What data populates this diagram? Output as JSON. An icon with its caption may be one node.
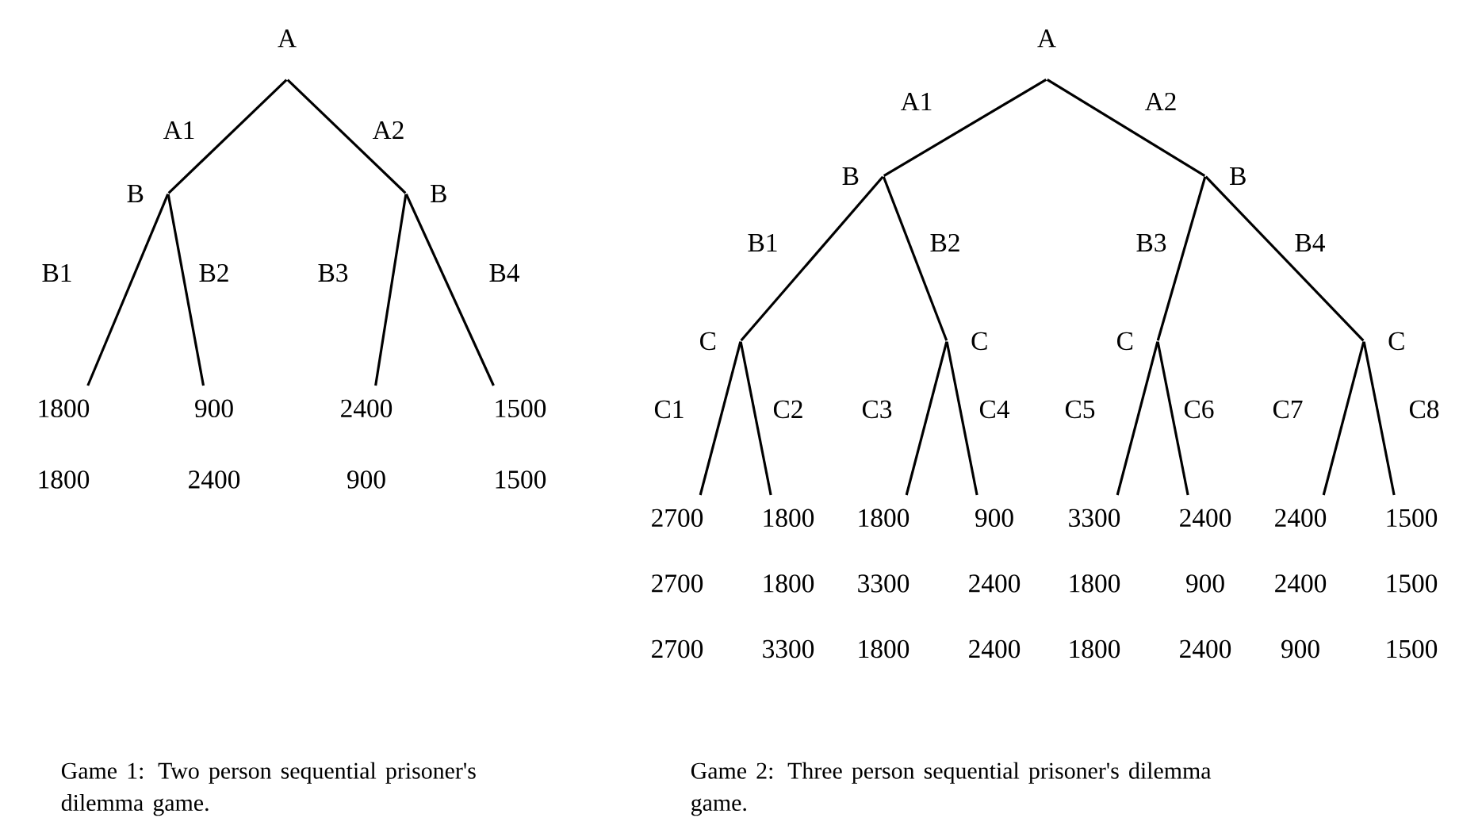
{
  "diagram": {
    "nodes": [
      {
        "text": [
          "A"
        ]
      },
      {
        "text": [
          "B"
        ]
      },
      {
        "text": [
          "B"
        ]
      },
      {
        "text": [
          "1800",
          "1800"
        ]
      },
      {
        "text": [
          "900",
          "2400"
        ]
      },
      {
        "text": [
          "2400",
          "900"
        ]
      },
      {
        "text": [
          "1500",
          "1500"
        ]
      },
      {
        "text": [
          "A"
        ]
      },
      {
        "text": [
          "B"
        ]
      },
      {
        "text": [
          "B"
        ]
      },
      {
        "text": [
          "C"
        ]
      },
      {
        "text": [
          "C"
        ]
      },
      {
        "text": [
          "C"
        ]
      },
      {
        "text": [
          "C"
        ]
      },
      {
        "text": [
          "2700",
          "2700",
          "2700"
        ]
      },
      {
        "text": [
          "1800",
          "1800",
          "3300"
        ]
      },
      {
        "text": [
          "1800",
          "3300",
          "1800"
        ]
      },
      {
        "text": [
          "900",
          "2400",
          "2400"
        ]
      },
      {
        "text": [
          "3300",
          "1800",
          "1800"
        ]
      },
      {
        "text": [
          "2400",
          "900",
          "2400"
        ]
      },
      {
        "text": [
          "2400",
          "2400",
          "900"
        ]
      },
      {
        "text": [
          "1500",
          "1500",
          "1500"
        ]
      }
    ],
    "edges": [
      {
        "from": 0,
        "to": 1,
        "arrow": "none",
        "label": "A1"
      },
      {
        "from": 0,
        "to": 2,
        "arrow": "none",
        "label": "A2"
      },
      {
        "from": 1,
        "to": 3,
        "arrow": "none",
        "label": "B1"
      },
      {
        "from": 1,
        "to": 4,
        "arrow": "none",
        "label": "B2"
      },
      {
        "from": 2,
        "to": 5,
        "arrow": "none",
        "label": "B3"
      },
      {
        "from": 2,
        "to": 6,
        "arrow": "none",
        "label": "B4"
      },
      {
        "from": 7,
        "to": 8,
        "arrow": "none",
        "label": "A1"
      },
      {
        "from": 7,
        "to": 9,
        "arrow": "none",
        "label": "A2"
      },
      {
        "from": 8,
        "to": 10,
        "arrow": "none",
        "label": "B1"
      },
      {
        "from": 8,
        "to": 11,
        "arrow": "none",
        "label": "B2"
      },
      {
        "from": 9,
        "to": 12,
        "arrow": "none",
        "label": "B3"
      },
      {
        "from": 9,
        "to": 13,
        "arrow": "none",
        "label": "B4"
      },
      {
        "from": 10,
        "to": 14,
        "arrow": "none",
        "label": "C1"
      },
      {
        "from": 10,
        "to": 15,
        "arrow": "none",
        "label": "C2"
      },
      {
        "from": 11,
        "to": 16,
        "arrow": "none",
        "label": "C3"
      },
      {
        "from": 11,
        "to": 17,
        "arrow": "none",
        "label": "C4"
      },
      {
        "from": 12,
        "to": 18,
        "arrow": "none",
        "label": "C5"
      },
      {
        "from": 12,
        "to": 19,
        "arrow": "none",
        "label": "C6"
      },
      {
        "from": 13,
        "to": 20,
        "arrow": "none",
        "label": "C7"
      },
      {
        "from": 13,
        "to": 21,
        "arrow": "none",
        "label": "C8"
      }
    ],
    "labels": [
      "Game 1: Two person sequential prisoner's dilemma game.",
      "Game 2: Three person sequential prisoner's dilemma game."
    ]
  }
}
